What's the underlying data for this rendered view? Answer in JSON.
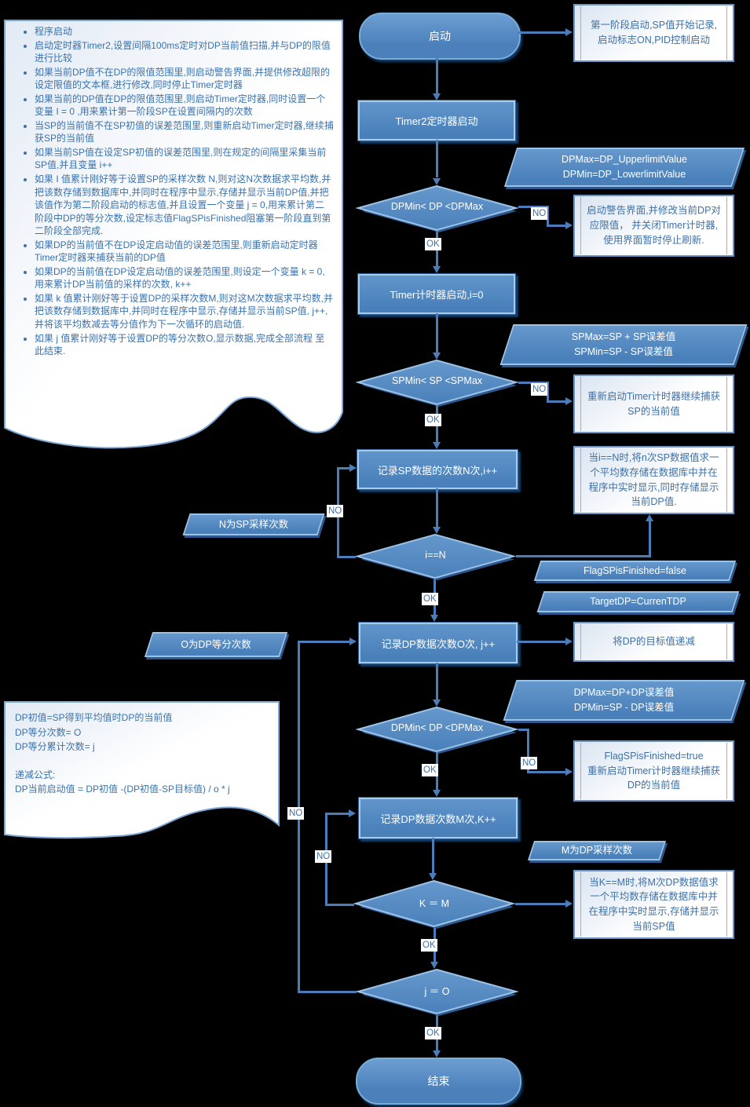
{
  "colors": {
    "background": "#000000",
    "shape_fill": "#4f86c0",
    "shape_border_light": "#9cc2e6",
    "shape_shadow": "#2b598f",
    "connector": "#4a7db9",
    "note_text": "#3a72ad",
    "annotation_border": "#6b94c4"
  },
  "edge_labels": {
    "ok": "OK",
    "no": "NO"
  },
  "notes_top": {
    "bullets": [
      "程序启动",
      "启动定时器Timer2,设置间隔100ms定时对DP当前值扫描,并与DP的限值进行比较",
      "如果当前DP值不在DP的限值范围里,则启动警告界面,并提供修改超限的设定限值的文本框,进行修改,同时停止Timer定时器",
      "如果当前的DP值在DP的限值范围里,则启动Timer定时器,同时设置一个变量 I = 0 ,用来累计第一阶段SP在设置间隔内的次数",
      "当SP的当前值不在SP初值的误差范围里,则重新启动Timer定时器,继续捕获SP的当前值",
      "如果当前SP值在设定SP初值的误差范围里,则在规定的间隔里采集当前SP值,并且变量 i++",
      "如果 I 值累计刚好等于设置SP的采样次数 N,则对这N次数据求平均数,并把该数存储到数据库中,并同时在程序中显示,存储并显示当前DP值,并把该值作为第二阶段启动的标志值,并且设置一个变量 j = 0,用来累计第二阶段中DP的等分次数,设定标志值FlagSPisFinished阻塞第一阶段直到第二阶段全部完成.",
      "如果DP的当前值不在DP设定启动值的误差范围里,则重新启动定时器Timer定时器来捕获当前的DP值",
      "如果DP的当前值在DP设定启动值的误差范围里,则设定一个变量 k = 0,用来累计DP当前值的采样的次数, k++",
      "如果 k 值累计刚好等于设置DP的采样次数M,则对这M次数据求平均数,并把该数存储到数据库中,并同时在程序中显示,存储并显示当前SP值, j++, 并将该平均数减去等分值作为下一次循环的启动值.",
      "如果 j 值累计刚好等于设置DP的等分次数O,显示数据,完成全部流程 至此结束."
    ]
  },
  "notes_bottom": {
    "lines": [
      "DP初值=SP得到平均值时DP的当前值",
      "DP等分次数= O",
      "DP等分累计次数= j",
      "",
      "递减公式:",
      "DP当前启动值 = DP初值 -(DP初值-SP目标值) / o * j"
    ]
  },
  "nodes": {
    "start": {
      "label": "启动"
    },
    "timer2": {
      "label": "Timer2定时器启动"
    },
    "dp_check1": {
      "label": "DPMin< DP <DPMax"
    },
    "timer_start": {
      "label": "Timer计时器启动,i=0"
    },
    "sp_check": {
      "label": "SPMin< SP <SPMax"
    },
    "record_sp": {
      "label": "记录SP数据的次数N次,i++"
    },
    "i_eq_n": {
      "label": "i==N"
    },
    "record_dp_o": {
      "label": "记录DP数据次数O次, j++"
    },
    "dp_check2": {
      "label": "DPMin< DP <DPMax"
    },
    "record_dp_m": {
      "label": "记录DP数据次数M次,K++"
    },
    "k_eq_m": {
      "label": "K ＝ M"
    },
    "j_eq_o": {
      "label": "j ＝ O"
    },
    "end": {
      "label": "结束"
    }
  },
  "data_blocks": {
    "dp_limits": {
      "line1": "DPMax=DP_UpperlimitValue",
      "line2": "DPMin=DP_LowerlimitValue"
    },
    "sp_limits": {
      "line1": "SPMax=SP + SP误差值",
      "line2": "SPMin=SP - SP误差值"
    },
    "n_note": {
      "line1": "N为SP采样次数"
    },
    "flag_false": {
      "line1": "FlagSPisFinished=false"
    },
    "target_dp": {
      "line1": "TargetDP=CurrenTDP"
    },
    "o_note": {
      "line1": "O为DP等分次数"
    },
    "dp_err_limits": {
      "line1": "DPMax=DP+DP误差值",
      "line2": "DPMin=SP - DP误差值"
    },
    "m_note": {
      "line1": "M为DP采样次数"
    }
  },
  "annotations": {
    "phase1": "第一阶段启动,SP值开始记录,启动标志ON,PID控制启动",
    "warning": "启动警告界面,并修改当前DP对应限值， 并关闭Timer计时器,使用界面暂时停止刷新.",
    "restart_sp": "重新启动Timer计时器继续捕获SP的当前值",
    "i_note": "当i==N时,将n次SP数据值求一个平均数存储在数据库中并在程序中实时显示,同时存储显示当前DP值.",
    "decrease": "将DP的目标值递减",
    "flag_true_line1": "FlagSPisFinished=true",
    "flag_true_line2": "重新启动Timer计时器继续捕获DP的当前值",
    "k_note": "当K==M时,将M次DP数据值求一个平均数存储在数据库中并在程序中实时显示,存储并显示当前SP值"
  }
}
